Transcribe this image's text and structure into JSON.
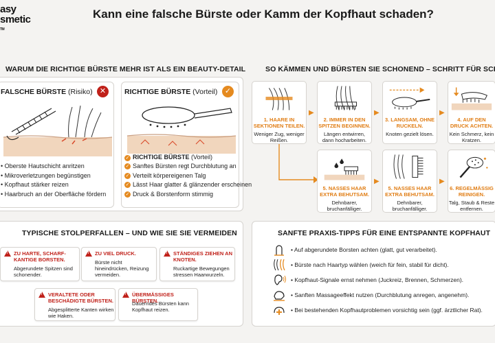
{
  "logo": {
    "line1": "asy",
    "line2": "smetic",
    "tm": "TM"
  },
  "title": "Kann eine falsche Bürste oder Kamm der Kopfhaut schaden?",
  "section_left": {
    "heading": "WARUM DIE RICHTIGE BÜRSTE MEHR IST ALS EIN BEAUTY-DETAIL",
    "wrong": {
      "title_bold": "FALSCHE BÜRSTE",
      "title_rest": " (Risiko)",
      "badge": "✕",
      "bullets": [
        "• Oberste Hautschicht anritzen",
        "• Mikroverletzungen begünstigen",
        "• Kopfhaut stärker reizen",
        "• Haarbruch an der Oberfläche fördern"
      ]
    },
    "right": {
      "title_bold": "RICHTIGE BÜRSTE",
      "title_rest": " (Vorteil)",
      "badge": "✓",
      "sub_bold": "RICHTIGE BÜRSTE",
      "sub_rest": " (Vorteil)",
      "bullets": [
        "Sanftes Bürsten regt Durchblutung an",
        "Verteilt körpereigenen Talg",
        "Lässt Haar glatter & glänzender erscheinen",
        "Druck & Borstenform stimmig"
      ]
    }
  },
  "section_steps": {
    "heading": "SO KÄMMEN UND BÜRSTEN SIE SCHONEND – SCHRITT FÜR SCHRITT",
    "steps": [
      {
        "title": "1. Haare in Sektionen teilen.",
        "desc": "Weniger Zug, weniger Reißen."
      },
      {
        "title": "2. Immer in den Spitzen beginnen.",
        "desc": "Längen entwirren, dann hocharbeiten."
      },
      {
        "title": "3. Langsam, ohne Ruckeln.",
        "desc": "Knoten gezielt lösen."
      },
      {
        "title": "4. Auf den Druck achten.",
        "desc": "Kein Schmerz, kein Kratzen."
      },
      {
        "title": "5. Nasses Haar extra behutsam.",
        "desc": "Dehnbarer, bruchanfälliger."
      },
      {
        "title": "5. Nasses Haar extra behutsam.",
        "desc": "Dehnbarer, bruchanfälliger."
      },
      {
        "title": "6. Regelmäßig reinigen.",
        "desc": "Talg, Staub & Reste entfernen."
      }
    ]
  },
  "section_pitfalls": {
    "heading": "TYPISCHE STOLPERFALLEN – UND WIE SIE SIE VERMEIDEN",
    "items": [
      {
        "title": "Zu harte, scharf-kantige Borsten.",
        "desc": "Abgerundete Spitzen sind schonender."
      },
      {
        "title": "Zu viel Druck.",
        "desc": "Bürste nicht hineindrücken, Reizung vermeiden."
      },
      {
        "title": "Ständiges Ziehen an Knoten.",
        "desc": "Ruckartige Bewegungen stressen Haarwurzeln."
      },
      {
        "title": "Veraltete oder beschädigte Bürsten.",
        "desc": "Abgesplitterte Kanten wirken wie Haken."
      },
      {
        "title": "Übermäßiges Bürsten.",
        "desc": "Dauerndes Bürsten kann Kopfhaut reizen."
      }
    ]
  },
  "section_tips": {
    "heading": "SANFTE PRAXIS-TIPPS FÜR EINE ENTSPANNTE KOPFHAUT",
    "items": [
      {
        "text": "• Auf abgerundete Borsten achten (glatt, gut verarbeitet).",
        "icon": "bristle-tip-icon"
      },
      {
        "text": "• Bürste nach Haartyp wählen (weich für fein, stabil für dicht).",
        "icon": "hair-type-icon"
      },
      {
        "text": "• Kopfhaut-Signale ernst nehmen (Juckreiz, Brennen, Schmerzen).",
        "icon": "ear-signal-icon"
      },
      {
        "text": "• Sanften Massageeffekt nutzen (Durchblutung anregen, angenehm).",
        "icon": "massage-hand-icon"
      },
      {
        "text": "• Bei bestehenden Kopfhautproblemen vorsichtig sein (ggf. ärztlicher Rat).",
        "icon": "medical-plus-icon"
      }
    ]
  },
  "colors": {
    "accent": "#e58a1f",
    "danger": "#c0211a",
    "success": "#e58a1f"
  }
}
